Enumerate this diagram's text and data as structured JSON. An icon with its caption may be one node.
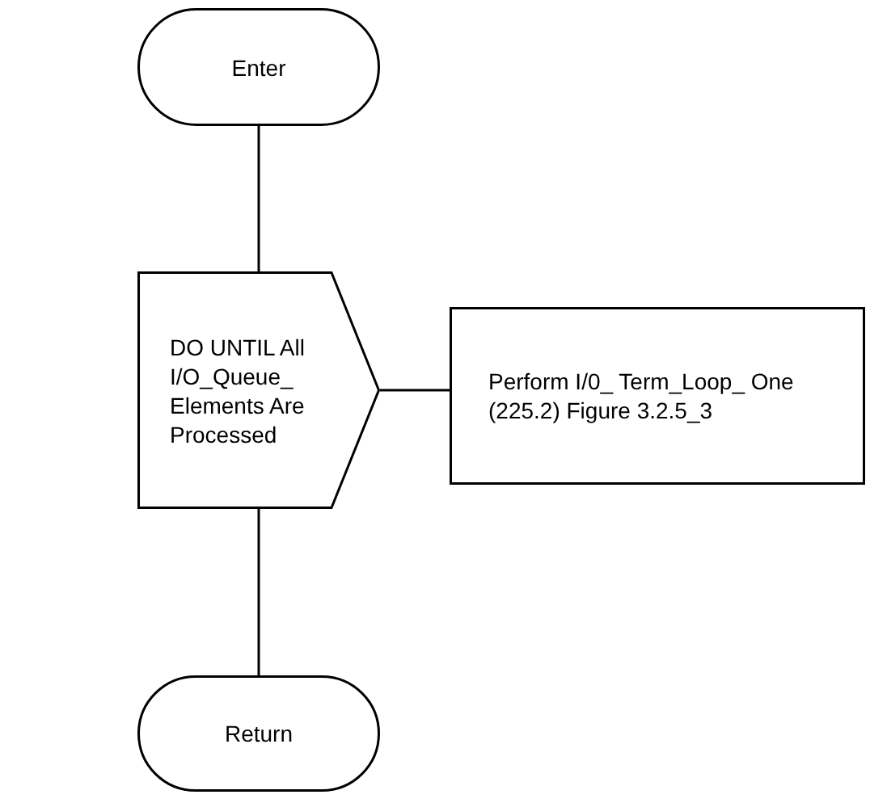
{
  "diagram": {
    "nodes": [
      {
        "text": [
          "Enter"
        ]
      },
      {
        "text": [
          "DO UNTIL All I/O_Queue_ Elements Are Processed"
        ]
      },
      {
        "text": [
          "Perform I/0_ Term_Loop_ One (225.2) Figure 3.2.5_3"
        ]
      },
      {
        "text": [
          "Return"
        ]
      }
    ],
    "edges": [
      {
        "from": 0,
        "to": 1,
        "arrow": "none"
      },
      {
        "from": 1,
        "to": 2,
        "arrow": "none"
      },
      {
        "from": 1,
        "to": 3,
        "arrow": "none"
      }
    ]
  }
}
